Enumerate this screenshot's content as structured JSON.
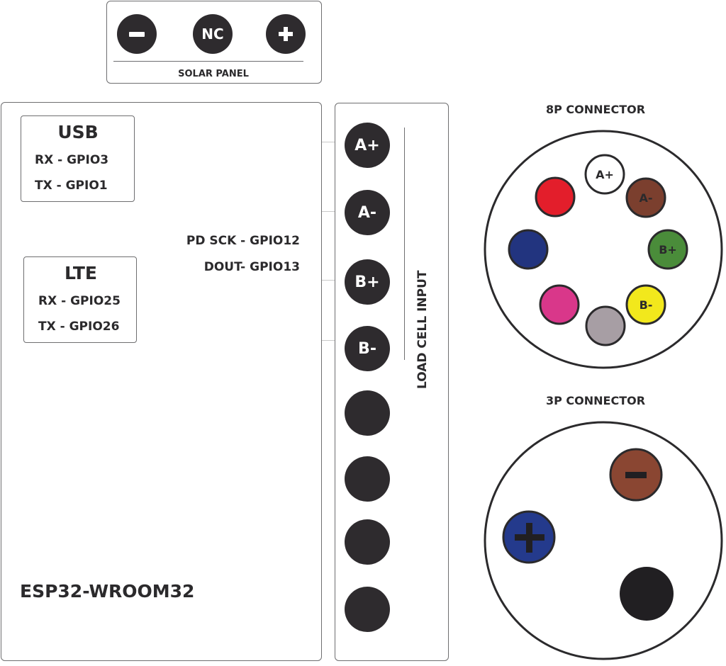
{
  "solar_panel": {
    "title": "SOLAR PANEL",
    "terminals": [
      {
        "label": "−",
        "icon": "minus-icon"
      },
      {
        "label": "NC",
        "icon": ""
      },
      {
        "label": "+",
        "icon": "plus-icon"
      }
    ]
  },
  "esp32": {
    "title": "ESP32-WROOM32",
    "usb": {
      "title": "USB",
      "lines": [
        "RX - GPIO3",
        "TX - GPIO1"
      ]
    },
    "lte": {
      "title": "LTE",
      "lines": [
        "RX - GPIO25",
        "TX - GPIO26"
      ]
    },
    "load_cell_pins": [
      "PD SCK - GPIO12",
      "DOUT- GPIO13"
    ]
  },
  "load_cell_input": {
    "title": "LOAD CELL INPUT",
    "terminals": [
      "A+",
      "A-",
      "B+",
      "B-"
    ],
    "unlabeled_terminal_count": 4
  },
  "connector_8p": {
    "title": "8P CONNECTOR",
    "pins": [
      {
        "label": "A+",
        "color": "#ffffff",
        "position": "top"
      },
      {
        "label": "A-",
        "color": "#7b3f2e",
        "position": "top-right"
      },
      {
        "label": "B+",
        "color": "#4a8c3a",
        "position": "right"
      },
      {
        "label": "B-",
        "color": "#f2e81c",
        "position": "bottom-right"
      },
      {
        "label": "",
        "color": "#a79ea4",
        "position": "bottom"
      },
      {
        "label": "",
        "color": "#d9378a",
        "position": "bottom-left"
      },
      {
        "label": "",
        "color": "#22347f",
        "position": "left"
      },
      {
        "label": "",
        "color": "#e31e2b",
        "position": "top-left"
      }
    ]
  },
  "connector_3p": {
    "title": "3P CONNECTOR",
    "pins": [
      {
        "label": "−",
        "color": "#8a4632",
        "icon": "minus-icon"
      },
      {
        "label": "+",
        "color": "#243a8c",
        "icon": "plus-icon"
      },
      {
        "label": "",
        "color": "#211f22",
        "icon": ""
      }
    ]
  }
}
